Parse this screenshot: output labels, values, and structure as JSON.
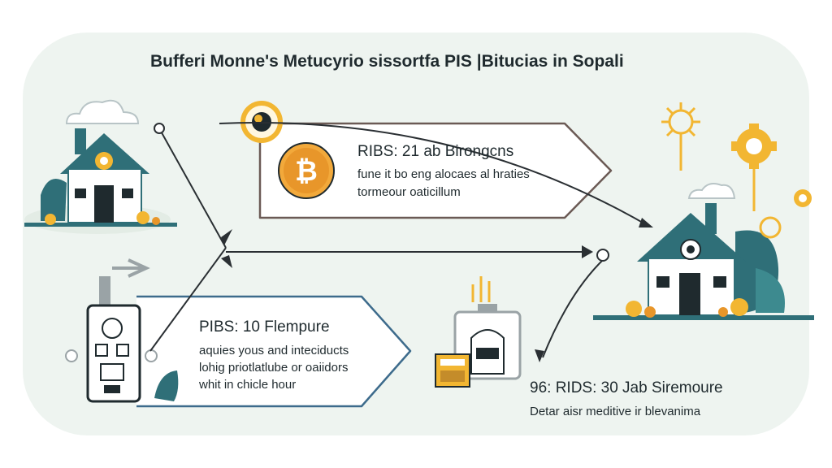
{
  "title": "Bufferi Monne's Metucyrio sissortfa PIS |Bitucias in Sopali",
  "card_top": {
    "heading": "RIBS: 21 ab Birongcns",
    "lines": [
      "fune it bo eng alocaes al hraties",
      "tormeour oaticillum"
    ]
  },
  "card_left": {
    "heading": "PIBS: 10 Flempure",
    "lines": [
      "aquies yous and inteciducts",
      "lohig priotlatlube or oaiidors",
      "whit in chicle hour"
    ]
  },
  "card_right": {
    "heading": "96: RIDS: 30 Jab Siremoure",
    "lines": [
      "Detar aisr meditive ir blevanima"
    ]
  },
  "colors": {
    "teal": "#2f6f78",
    "dark_navy": "#1f2a2e",
    "bitcoin_orange": "#e8962a",
    "sun_yellow": "#f2b632",
    "card_border": "#6b5a55",
    "card_border_left": "#3d6b8c",
    "panel_bg": "#eef4f0"
  },
  "icons": [
    "house-icon",
    "bitcoin-icon",
    "gear-icon",
    "sun-icon",
    "device-icon",
    "battery-icon",
    "cloud-icon",
    "arrow-icon"
  ]
}
